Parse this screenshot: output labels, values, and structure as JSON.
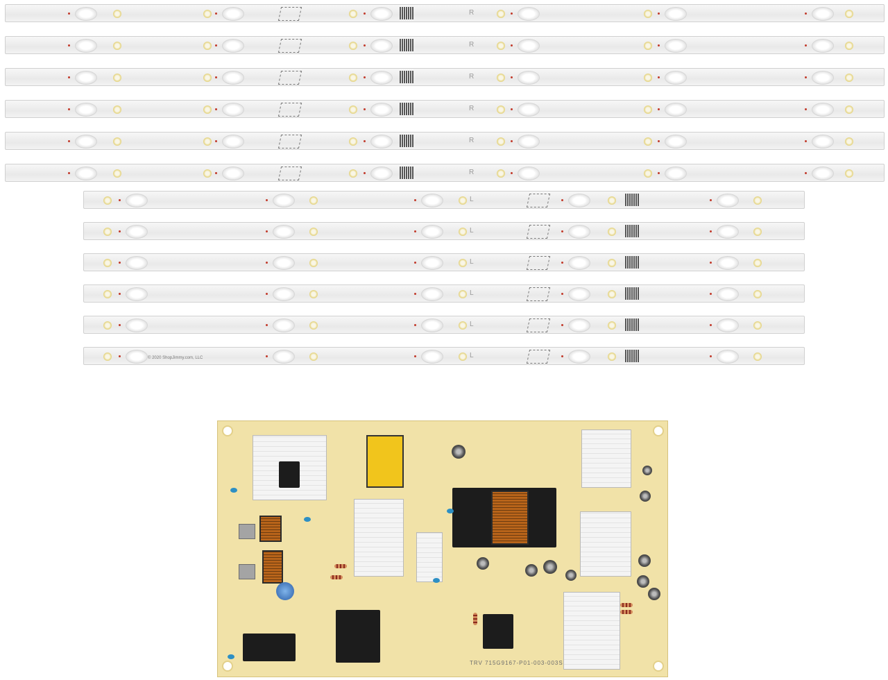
{
  "image": {
    "copyright": "© 2020 ShopJimmy.com, LLC",
    "strip_right_mark": "R",
    "strip_left_mark": "L",
    "pcb_code": "TRV 715G9167-P01-003-003S",
    "strip_count_right": 6,
    "strip_count_left": 6
  },
  "colors": {
    "pcb": "#f1e2a8",
    "strip": "#eeeeee",
    "accent_red": "#c23a2b"
  }
}
